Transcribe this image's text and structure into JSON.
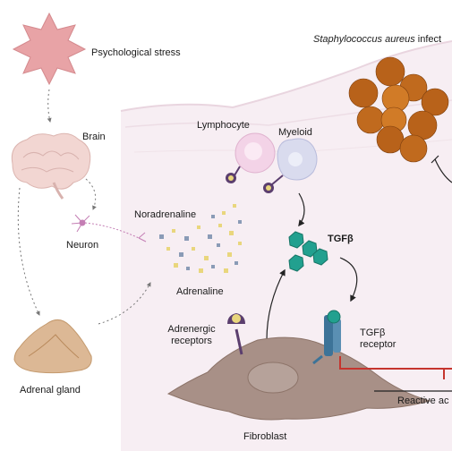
{
  "labels": {
    "psychological_stress": "Psychological stress",
    "brain": "Brain",
    "neuron": "Neuron",
    "adrenal_gland": "Adrenal gland",
    "lymphocyte": "Lymphocyte",
    "myeloid": "Myeloid",
    "staph_species": "Staphylococcus aureus",
    "staph_suffix": "infect",
    "noradrenaline": "Noradrenaline",
    "adrenaline": "Adrenaline",
    "tgfb": "TGFβ",
    "adrenergic_line1": "Adrenergic",
    "adrenergic_line2": "receptors",
    "tgfb_receptor_line1": "TGFβ",
    "tgfb_receptor_line2": "receptor",
    "reactive": "Reactive ac",
    "fibroblast": "Fibroblast"
  },
  "colors": {
    "stress_star": "#e8a3a6",
    "brain": "#f2d6d2",
    "adrenal": "#dcb895",
    "skin": "#f6ecf2",
    "fibroblast": "#a89087",
    "nucleus": "#b6a29a",
    "tgfb_teal": "#22a08f",
    "bacteria": "#b8621a",
    "receptor_purple": "#5b3e6e",
    "receptor_blue": "#3d7398",
    "inhibit_red": "#c5352e",
    "ligand_yellow": "#e9d67d",
    "ligand_blue": "#8a9bb6"
  },
  "icons": [
    "star-burst",
    "brain",
    "neuron",
    "adrenal-gland",
    "lymphocyte-cell",
    "myeloid-cell",
    "bacteria-cluster",
    "fibroblast-cell"
  ]
}
